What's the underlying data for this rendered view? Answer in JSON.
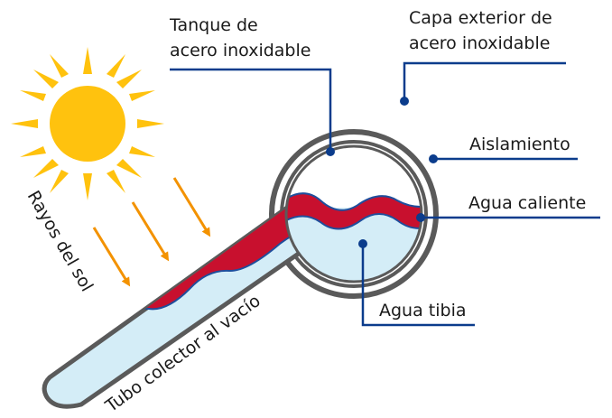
{
  "labels": {
    "tank": [
      "Tanque de",
      "acero inoxidable"
    ],
    "outer_layer": [
      "Capa exterior de",
      "acero inoxidable"
    ],
    "insulation": "Aislamiento",
    "hot_water": "Agua caliente",
    "warm_water": "Agua tibia",
    "sun_rays": "Rayos del sol",
    "vacuum_tube": "Tubo colector al vacío"
  },
  "colors": {
    "sun": "#FFC20E",
    "sun_ray": "#FFC20E",
    "arrow": "#F39200",
    "hot_water": "#C8102E",
    "warm_water": "#D4EDF7",
    "water_edge": "#1F4E9C",
    "leader_line": "#0B3C8C",
    "tank_outline": "#5A5A5A",
    "tank_fill": "#FFFFFF"
  },
  "icons": {
    "sun": "sun-icon",
    "ray_arrows": "arrow-icon"
  }
}
